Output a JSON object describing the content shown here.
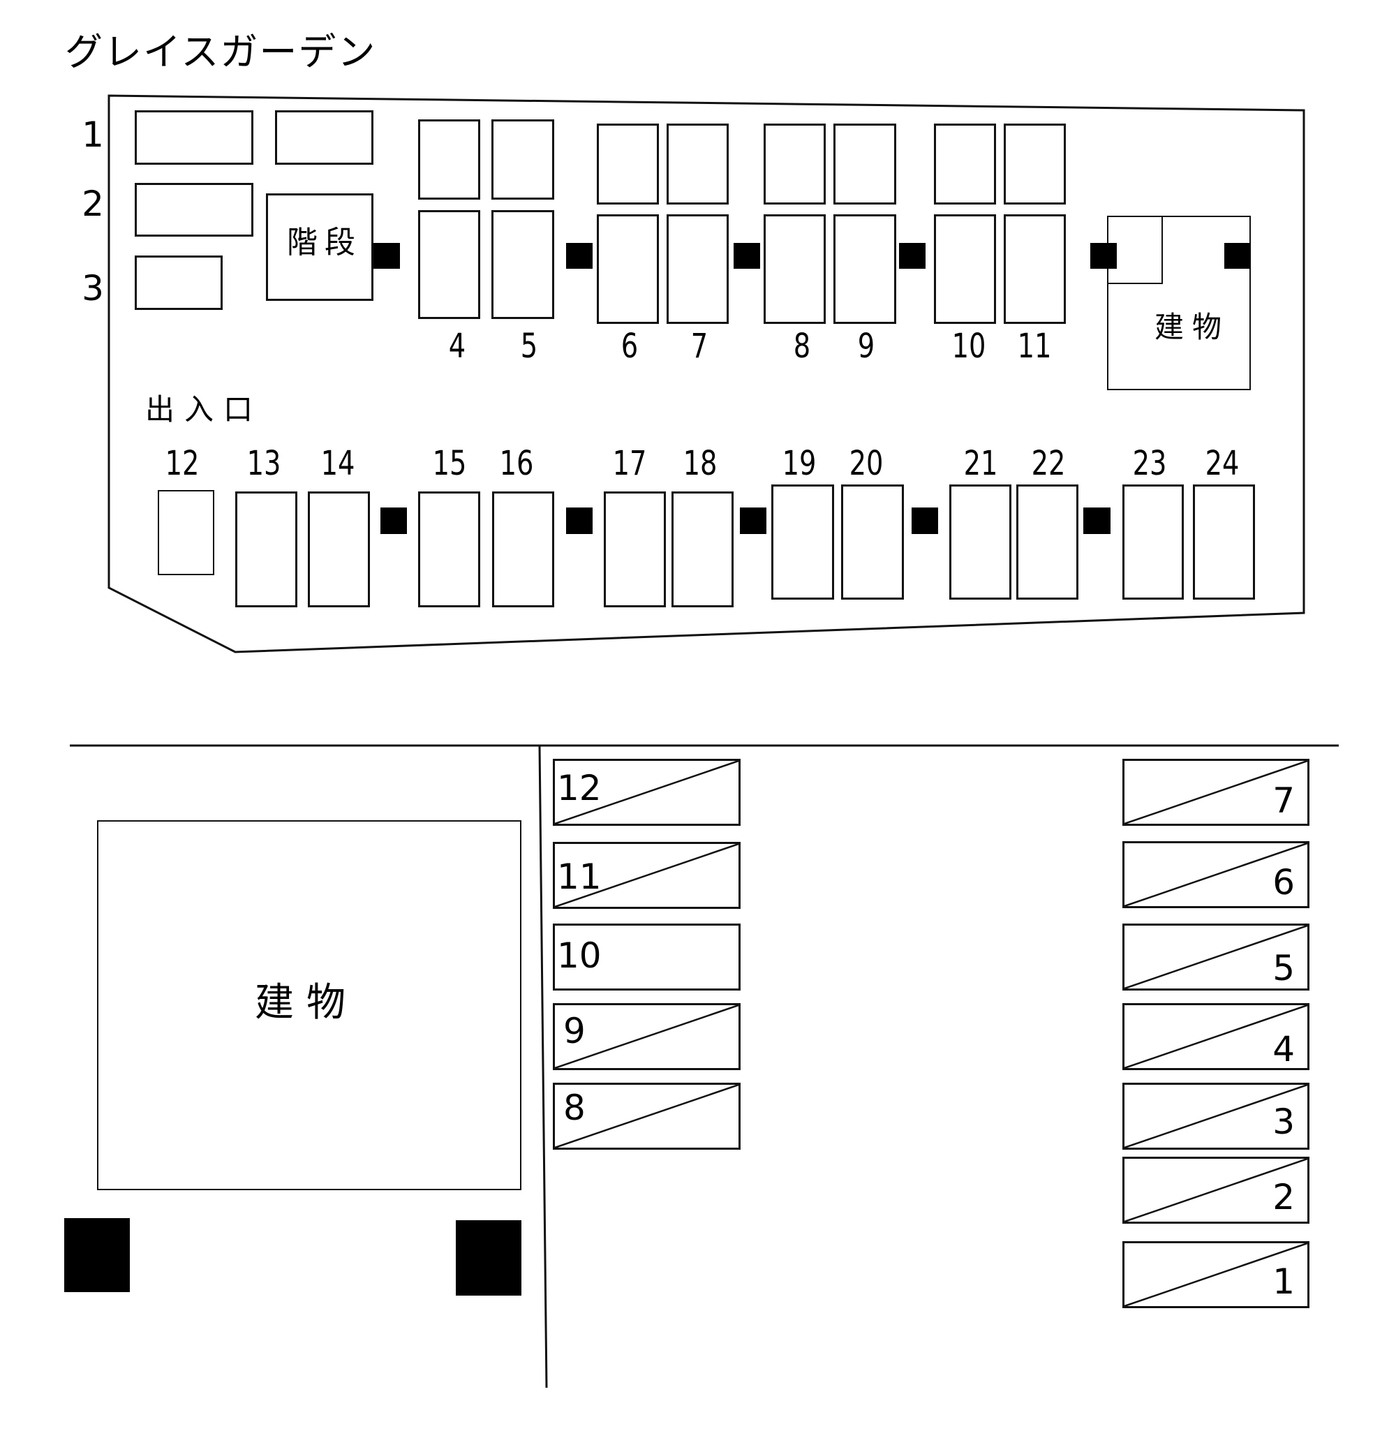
{
  "title": "グレイスガーデン",
  "top_lot": {
    "row_labels": [
      "1",
      "2",
      "3"
    ],
    "stairs_label": "階段",
    "building_label": "建物",
    "entrance_label": "出入口",
    "upper_spaces": [
      "4",
      "5",
      "6",
      "7",
      "8",
      "9",
      "10",
      "11"
    ],
    "lower_spaces": [
      "12",
      "13",
      "14",
      "15",
      "16",
      "17",
      "18",
      "19",
      "20",
      "21",
      "22",
      "23",
      "24"
    ]
  },
  "bottom_lot": {
    "building_label": "建物",
    "left_column": [
      {
        "number": "12",
        "diagonal": true
      },
      {
        "number": "11",
        "diagonal": true
      },
      {
        "number": "10",
        "diagonal": false
      },
      {
        "number": "9",
        "diagonal": true
      },
      {
        "number": "8",
        "diagonal": true
      }
    ],
    "right_column": [
      {
        "number": "7",
        "diagonal": true
      },
      {
        "number": "6",
        "diagonal": true
      },
      {
        "number": "5",
        "diagonal": true
      },
      {
        "number": "4",
        "diagonal": true
      },
      {
        "number": "3",
        "diagonal": true
      },
      {
        "number": "2",
        "diagonal": true
      },
      {
        "number": "1",
        "diagonal": true
      }
    ]
  },
  "colors": {
    "line": "#111111",
    "fill": "#000000",
    "background": "#ffffff"
  }
}
